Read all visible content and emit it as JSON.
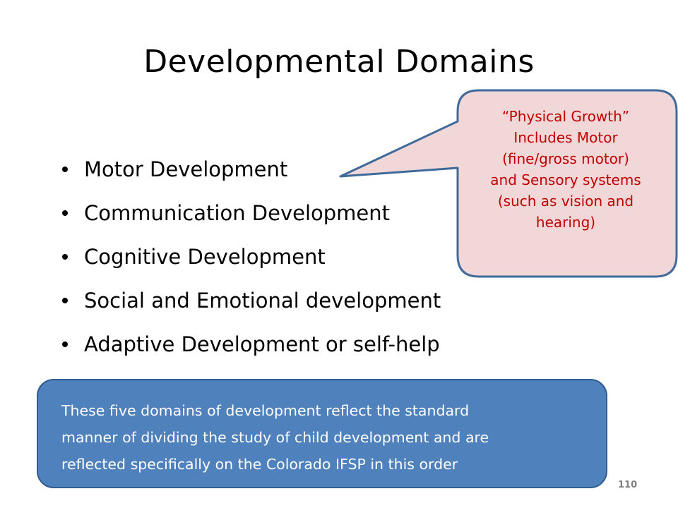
{
  "slide": {
    "title": "Developmental Domains",
    "bullets": [
      "Motor Development",
      "Communication Development",
      "Cognitive Development",
      "Social and Emotional development",
      "Adaptive Development or self-help"
    ],
    "callout": {
      "lines": [
        "“Physical Growth”",
        "Includes Motor",
        "(fine/gross motor)",
        "and Sensory systems",
        "(such as vision and",
        "hearing)"
      ],
      "text_color": "#c00000",
      "fill_color": "#f2d7d9",
      "border_color": "#3f6a9a"
    },
    "note": {
      "lines": [
        "These five domains of development reflect the standard",
        "manner of dividing the study of child development and are",
        "reflected specifically on the Colorado IFSP in this order"
      ],
      "fill_color": "#4f81bd",
      "text_color": "#ffffff"
    },
    "page_number": "110"
  }
}
